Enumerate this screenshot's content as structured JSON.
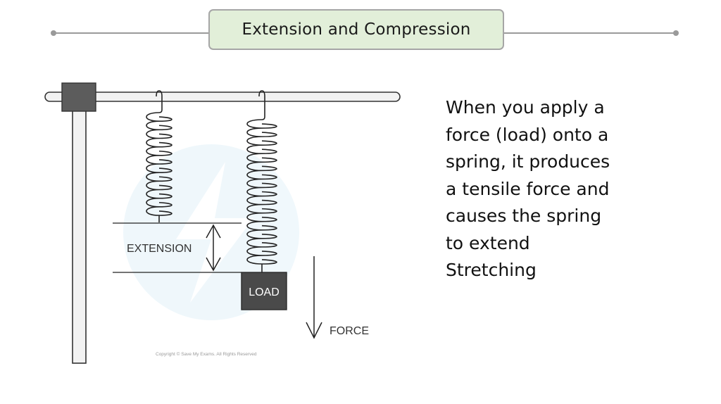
{
  "title": "Extension and Compression",
  "diagram": {
    "extension_label": "EXTENSION",
    "load_label": "LOAD",
    "force_label": "FORCE",
    "copyright": "Copyright © Save My Exams. All Rights Reserved"
  },
  "body_lines": [
    "When you apply a",
    "force (load) onto a",
    "spring, it produces",
    "a tensile force and",
    "causes the spring",
    "to extend",
    "Stretching"
  ],
  "colors": {
    "title_box_fill": "#e2efd9",
    "load_block_fill": "#4a4a4a",
    "clamp_fill": "#5c5c5c",
    "stand_fill": "#f2f2f2"
  }
}
